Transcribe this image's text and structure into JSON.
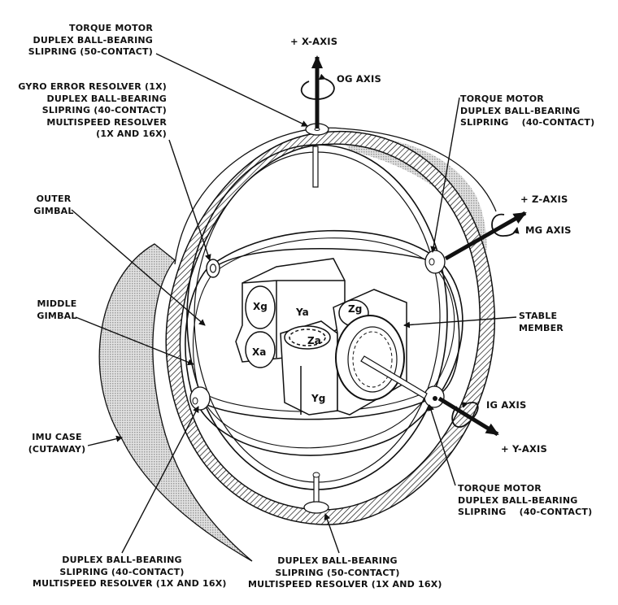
{
  "diagram": {
    "subject": "Inertial Measurement Unit gimbal assembly",
    "axes": {
      "x": {
        "label": "+ X-AXIS",
        "rotation": "OG AXIS"
      },
      "z": {
        "label": "+ Z-AXIS",
        "rotation": "MG AXIS"
      },
      "y": {
        "label": "+ Y-AXIS",
        "rotation": "IG AXIS"
      }
    },
    "labels": {
      "top_left_torque": [
        "TORQUE MOTOR",
        "DUPLEX BALL-BEARING",
        "SLIPRING (50-CONTACT)"
      ],
      "gyro_error": [
        "GYRO ERROR RESOLVER (1X)",
        "DUPLEX BALL-BEARING",
        "SLIPRING (40-CONTACT)",
        "MULTISPEED RESOLVER",
        "(1X AND 16X)"
      ],
      "outer_gimbal": [
        "OUTER",
        "GIMBAL"
      ],
      "middle_gimbal": [
        "MIDDLE",
        "GIMBAL"
      ],
      "imu_case": [
        "IMU CASE",
        "(CUTAWAY)"
      ],
      "top_right_torque": [
        "TORQUE MOTOR",
        "DUPLEX BALL-BEARING",
        "SLIPRING    (40-CONTACT)"
      ],
      "stable_member": [
        "STABLE",
        "MEMBER"
      ],
      "bottom_right_torque": [
        "TORQUE MOTOR",
        "DUPLEX BALL-BEARING",
        "SLIPRING    (40-CONTACT)"
      ],
      "bottom_left_bearing": [
        "DUPLEX BALL-BEARING",
        "SLIPRING (40-CONTACT)",
        "MULTISPEED RESOLVER (1X AND 16X)"
      ],
      "bottom_center_bearing": [
        "DUPLEX BALL-BEARING",
        "SLIPRING (50-CONTACT)",
        "MULTISPEED RESOLVER (1X AND 16X)"
      ]
    },
    "sensors": {
      "xg": "Xg",
      "xa": "Xa",
      "ya": "Ya",
      "za": "Za",
      "zg": "Zg",
      "yg": "Yg"
    },
    "colors": {
      "ink": "#111111",
      "shading": "#bdbdbd",
      "background": "#ffffff"
    }
  }
}
